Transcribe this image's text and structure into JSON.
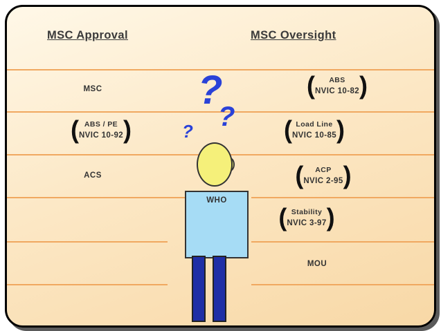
{
  "headings": {
    "approval": "MSC Approval",
    "oversight": "MSC Oversight"
  },
  "approval_items": {
    "msc": "MSC",
    "abs_pe_top": "ABS / PE",
    "abs_pe_bottom": "NVIC 10-92",
    "acs": "ACS"
  },
  "oversight_items": {
    "abs_top": "ABS",
    "abs_bottom": "NVIC 10-82",
    "loadline_top": "Load Line",
    "loadline_bottom": "NVIC 10-85",
    "acp_top": "ACP",
    "acp_bottom": "NVIC 2-95",
    "stability_top": "Stability",
    "stability_bottom": "NVIC 3-97",
    "mou": "MOU"
  },
  "figure": {
    "torso_label": "WHO",
    "question_mark": "?"
  },
  "colors": {
    "background": "#fce8c6",
    "lines": "#f0a860",
    "question_marks": "#2a42d8",
    "head": "#f5f07a",
    "torso": "#a6dcf5",
    "legs": "#1f2fa6"
  }
}
